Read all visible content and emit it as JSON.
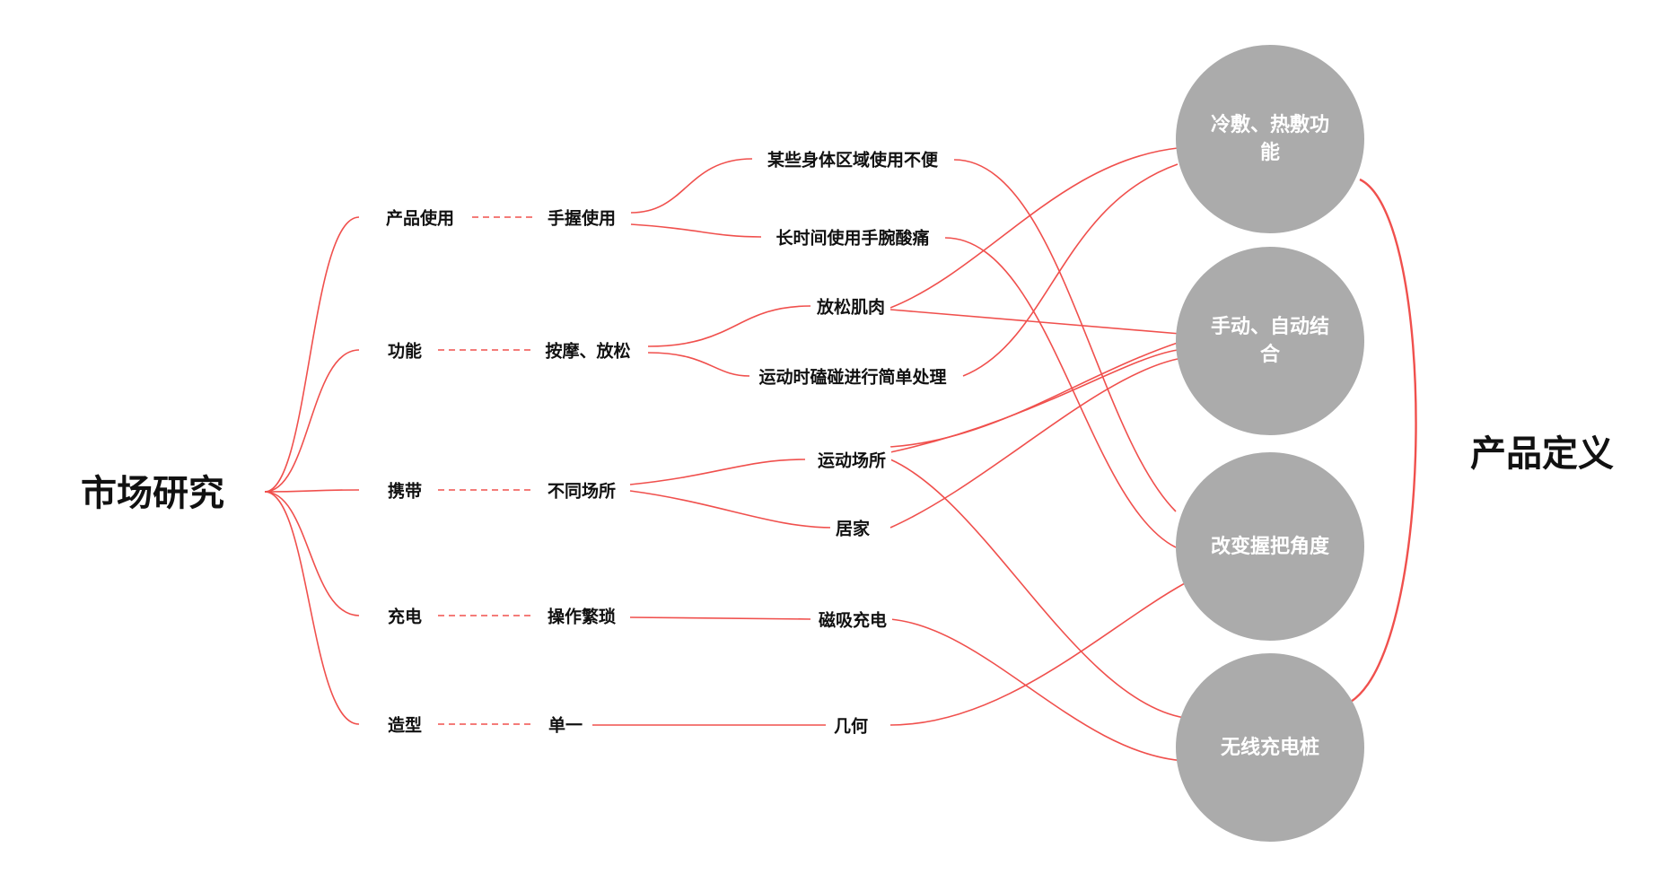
{
  "left_root": "市场研究",
  "right_root": "产品定义",
  "categories": [
    "产品使用",
    "功能",
    "携带",
    "充电",
    "造型"
  ],
  "issues": [
    "手握使用",
    "按摩、放松",
    "不同场所",
    "操作繁琐",
    "单一"
  ],
  "needs": [
    "某些身体区域使用不便",
    "长时间使用手腕酸痛",
    "放松肌肉",
    "运动时磕碰进行简单处理",
    "运动场所",
    "居家",
    "磁吸充电",
    "几何"
  ],
  "definitions": [
    "冷敷、热敷功能",
    "手动、自动结合",
    "改变握把角度",
    "无线充电桩"
  ],
  "colors": {
    "line": "#f0504d",
    "circle": "#ababab",
    "circle_text": "#ffffff"
  }
}
